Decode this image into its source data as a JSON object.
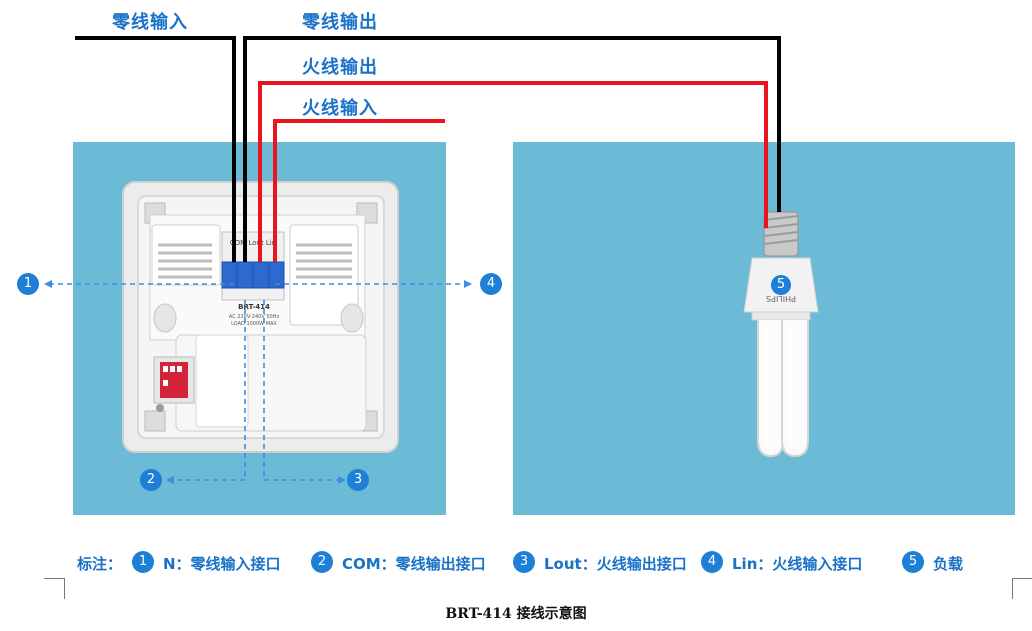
{
  "wire_labels": {
    "neutral_in": "零线输入",
    "neutral_out": "零线输出",
    "live_out": "火线输出",
    "live_in": "火线输入"
  },
  "device": {
    "terminal_text": "COM Lout Lin",
    "model": "BRT-414",
    "spec_line1": "AC 220V-240V 50Hz",
    "spec_line2": "LOAD 1000W MAX"
  },
  "bulb_brand": "PHILIPS",
  "markers": [
    "1",
    "2",
    "3",
    "4",
    "5"
  ],
  "legend": {
    "prefix": "标注：",
    "items": [
      {
        "num": "1",
        "text": "N：零线输入接口"
      },
      {
        "num": "2",
        "text": "COM：零线输出接口"
      },
      {
        "num": "3",
        "text": "Lout：火线输出接口"
      },
      {
        "num": "4",
        "text": "Lin：火线输入接口"
      },
      {
        "num": "5",
        "text": "负载"
      }
    ]
  },
  "caption": "BRT-414 接线示意图",
  "colors": {
    "panel_bg": "#6bbad6",
    "accent_blue": "#1a72c8",
    "badge_blue": "#1e7fd6",
    "neutral_wire": "#000000",
    "live_wire": "#e8141e"
  }
}
